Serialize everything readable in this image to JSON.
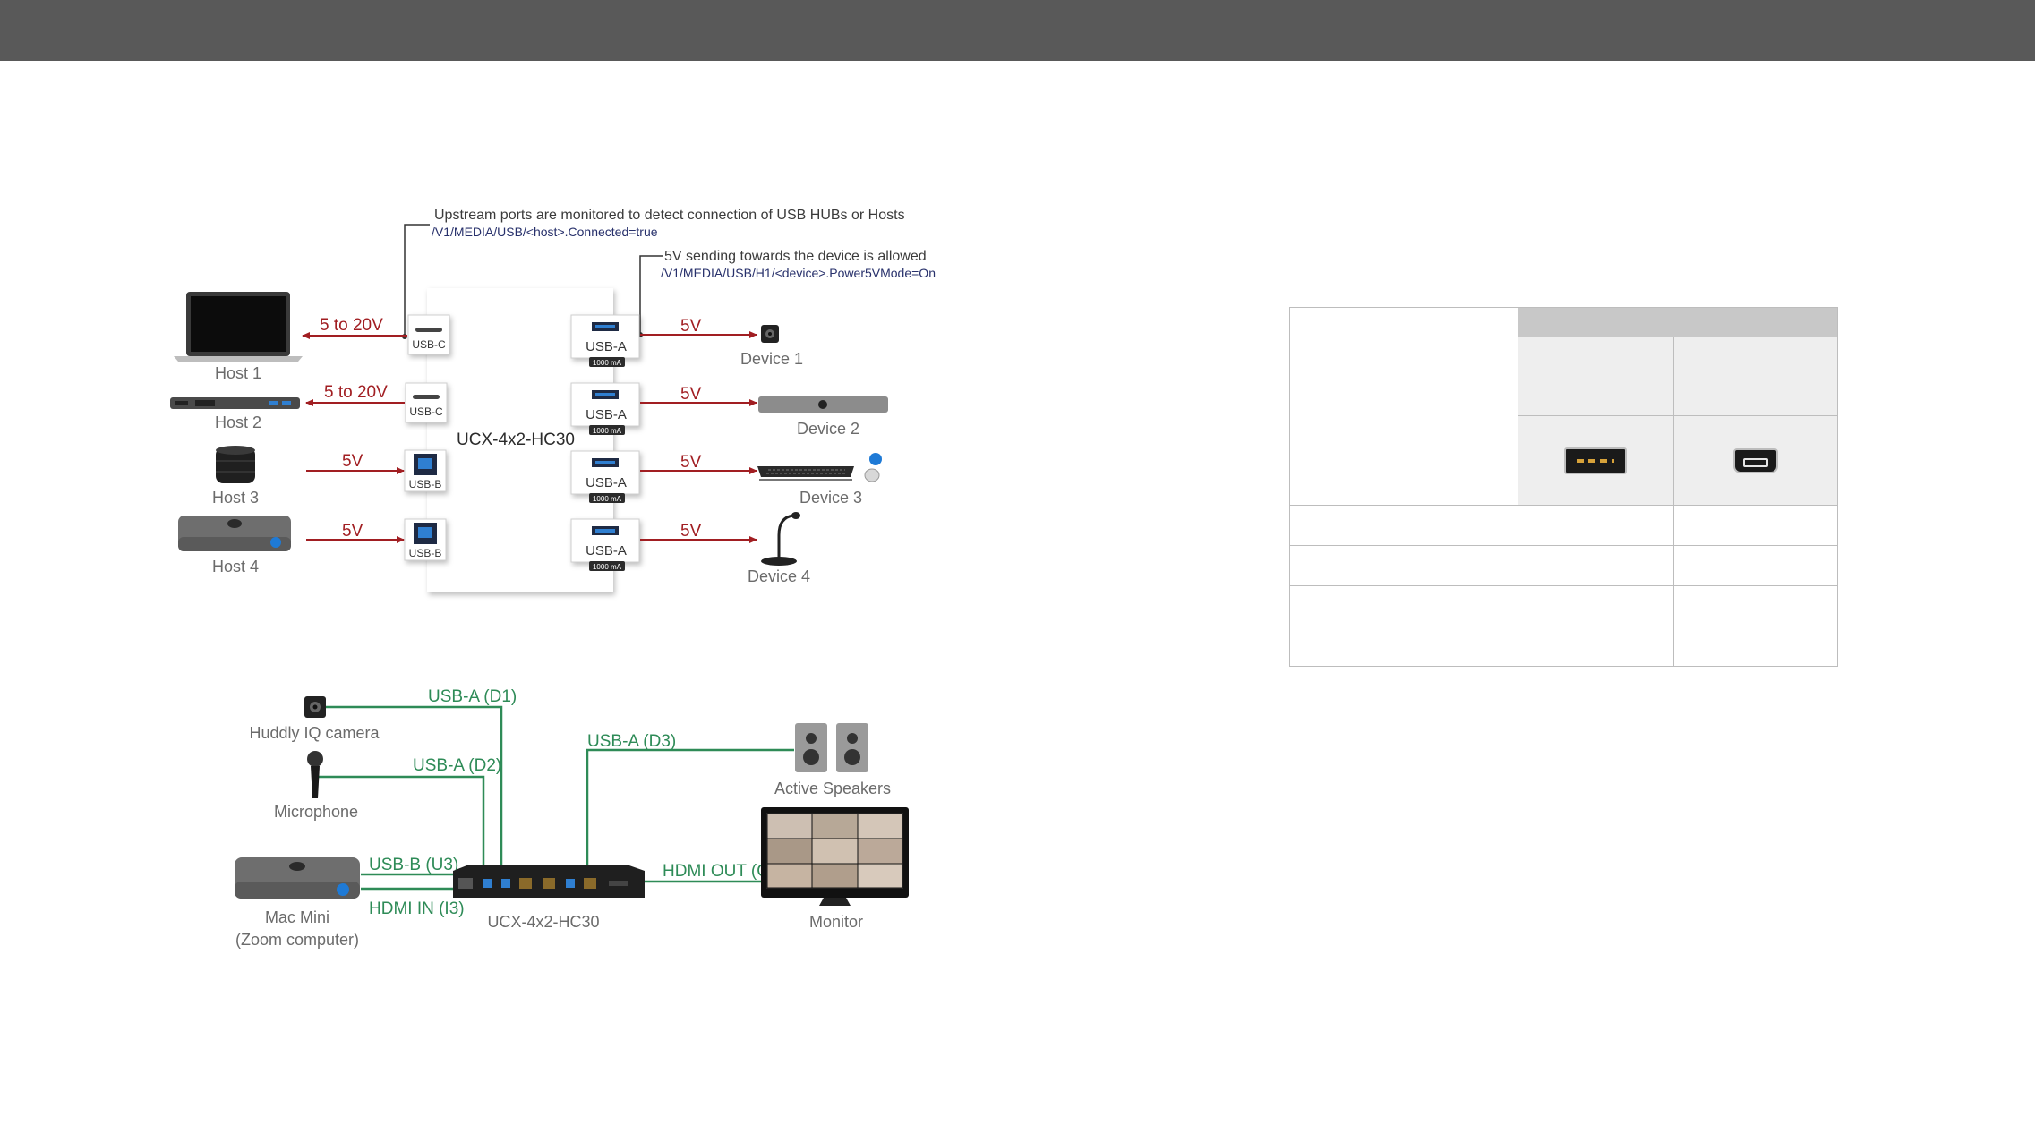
{
  "diagram1": {
    "note_upstream": "Upstream ports are monitored to detect connection of USB HUBs or Hosts",
    "path_upstream": "/V1/MEDIA/USB/<host>.Connected=true",
    "note_5v": "5V sending towards the device is allowed",
    "path_5v": "/V1/MEDIA/USB/H1/<device>.Power5VMode=On",
    "hub_label": "UCX-4x2-HC30",
    "hosts": [
      {
        "label": "Host 1",
        "voltage": "5 to 20V",
        "port": "USB-C"
      },
      {
        "label": "Host 2",
        "voltage": "5 to 20V",
        "port": "USB-C"
      },
      {
        "label": "Host 3",
        "voltage": "5V",
        "port": "USB-B"
      },
      {
        "label": "Host 4",
        "voltage": "5V",
        "port": "USB-B"
      }
    ],
    "devices": [
      {
        "label": "Device 1",
        "voltage": "5V",
        "port": "USB-A",
        "current": "1000 mA"
      },
      {
        "label": "Device 2",
        "voltage": "5V",
        "port": "USB-A",
        "current": "1000 mA"
      },
      {
        "label": "Device 3",
        "voltage": "5V",
        "port": "USB-A",
        "current": "1000 mA"
      },
      {
        "label": "Device 4",
        "voltage": "5V",
        "port": "USB-A",
        "current": "1000 mA"
      }
    ]
  },
  "diagram2": {
    "camera": "Huddly IQ camera",
    "microphone": "Microphone",
    "computer_line1": "Mac Mini",
    "computer_line2": "(Zoom computer)",
    "switcher": "UCX-4x2-HC30",
    "speakers": "Active Speakers",
    "monitor": "Monitor",
    "link_d1": "USB-A (D1)",
    "link_d2": "USB-A (D2)",
    "link_u3": "USB-B (U3)",
    "link_i3": "HDMI IN (I3)",
    "link_d3": "USB-A (D3)",
    "link_o1": "HDMI OUT (O1)"
  },
  "colors": {
    "topbar": "#595959",
    "power_arrow": "#a11e22",
    "link_green": "#2e8b57",
    "path_text": "#27306b"
  },
  "icons": [
    "laptop-icon",
    "dock-icon",
    "speaker-puck-icon",
    "mac-mini-icon",
    "camera-icon",
    "soundbar-icon",
    "keyboard-icon",
    "bluetooth-icon",
    "gooseneck-mic-icon",
    "handheld-mic-icon",
    "speakers-icon",
    "monitor-icon",
    "usb-a-connector-icon",
    "mini-usb-connector-icon"
  ]
}
